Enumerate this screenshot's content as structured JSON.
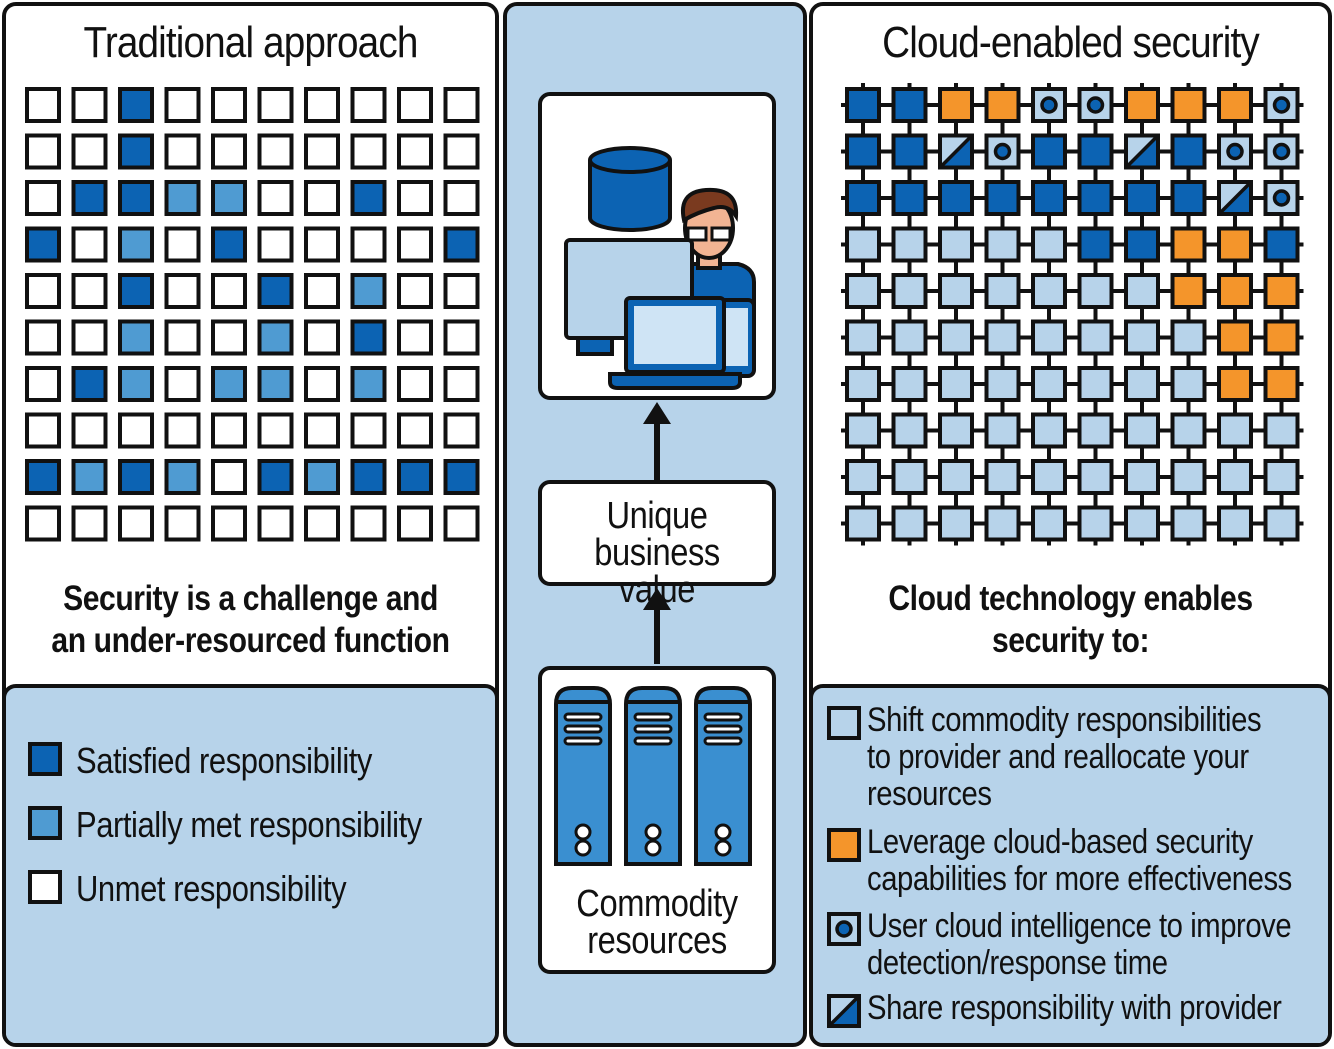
{
  "colors": {
    "satisfied": "#0c63b3",
    "partial": "#4f9bd2",
    "unmet": "#ffffff",
    "shifted": "#b7d3ea",
    "leverage": "#f4952b",
    "border": "#111111"
  },
  "traditional": {
    "title": "Traditional approach",
    "caption_line1": "Security is a challenge and",
    "caption_line2": "an under-resourced function",
    "grid": [
      "UUSUUUUUUU",
      "UUSUUUUUUU",
      "USSPPUUSUU",
      "SUPUSUUUUS",
      "UUSUUSUPUU",
      "UUPUUPUSUU",
      "USPUPPUPUU",
      "UUUUUUUUUU",
      "SPSPUSPSSS",
      "UUUUUUUUUU"
    ],
    "legend": [
      {
        "key": "satisfied",
        "label": "Satisfied responsibility"
      },
      {
        "key": "partial",
        "label": "Partially met responsibility"
      },
      {
        "key": "unmet",
        "label": "Unmet responsibility"
      }
    ]
  },
  "middle": {
    "unique_value_line1": "Unique",
    "unique_value_line2": "business value",
    "commodity_line1": "Commodity",
    "commodity_line2": "resources"
  },
  "cloud": {
    "title": "Cloud-enabled security",
    "caption_line1": "Cloud technology enables",
    "caption_line2": "security to:",
    "grid": [
      "SSOOIIOOOI",
      "SSHISSHSII",
      "SSSSSSSSHI",
      "LLLLLSSOOS",
      "LLLLLLLOOO",
      "LLLLLLLLOO",
      "LLLLLLLLOO",
      "LLLLLLLLLL",
      "LLLLLLLLLL",
      "LLLLLLLLLL"
    ],
    "legend": [
      {
        "key": "shifted",
        "lines": [
          "Shift commodity responsibilities",
          "to provider and reallocate your",
          "resources"
        ]
      },
      {
        "key": "leverage",
        "lines": [
          "Leverage cloud-based security",
          "capabilities for more effectiveness"
        ]
      },
      {
        "key": "intelligence",
        "lines": [
          "User cloud intelligence to improve",
          "detection/response time"
        ]
      },
      {
        "key": "shared",
        "lines": [
          "Share responsibility with provider"
        ]
      }
    ]
  }
}
